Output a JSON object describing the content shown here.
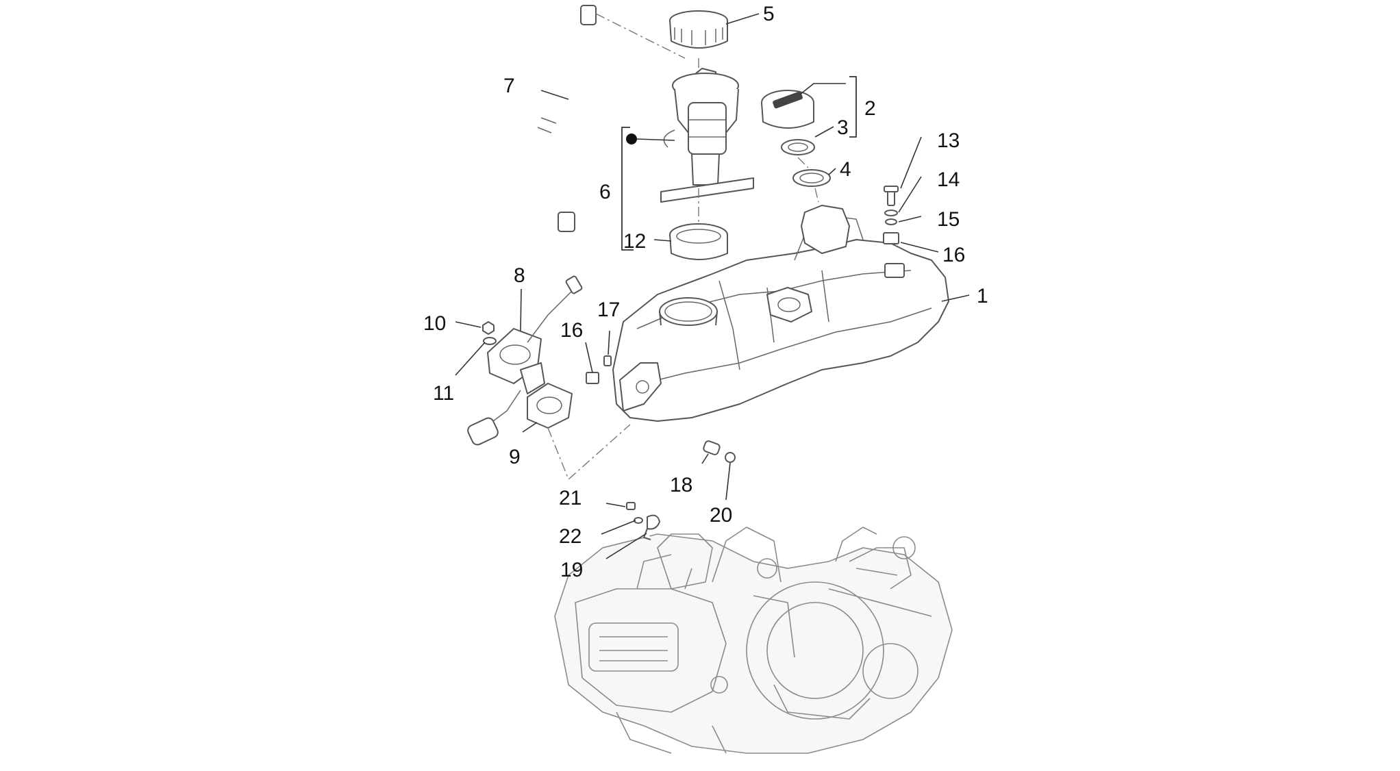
{
  "callouts": {
    "c1": "1",
    "c2": "2",
    "c3": "3",
    "c4": "4",
    "c5": "5",
    "c6": "6",
    "c7": "7",
    "c8": "8",
    "c9": "9",
    "c10": "10",
    "c11": "11",
    "c12": "12",
    "c13": "13",
    "c14": "14",
    "c15": "15",
    "c16a": "16",
    "c16b": "16",
    "c17": "17",
    "c18": "18",
    "c19": "19",
    "c20": "20",
    "c21": "21",
    "c22": "22"
  }
}
